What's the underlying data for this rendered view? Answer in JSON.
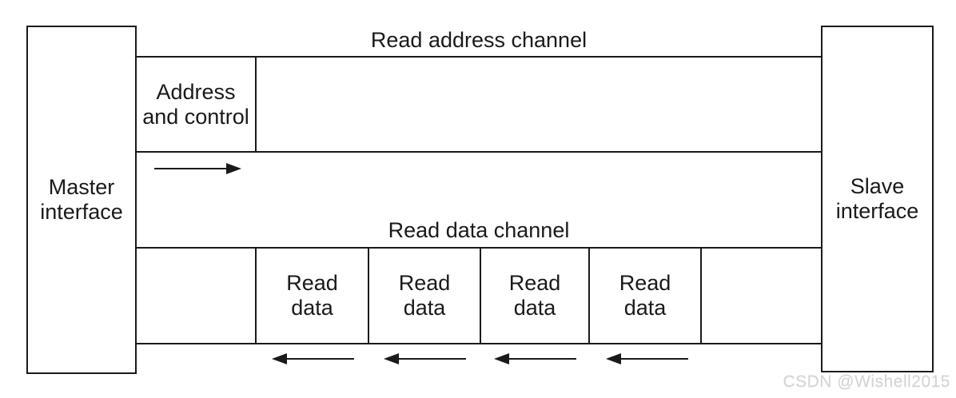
{
  "diagram": {
    "title_semantic": "axi-read-channel-architecture",
    "master_interface": {
      "line1": "Master",
      "line2": "interface"
    },
    "slave_interface": {
      "line1": "Slave",
      "line2": "interface"
    },
    "read_address_channel": {
      "title": "Read address channel",
      "address_control_box": {
        "line1": "Address",
        "line2": "and control"
      },
      "arrow": "right-arrow",
      "arrow_meaning": "master-to-slave"
    },
    "read_data_channel": {
      "title": "Read data channel",
      "cells": [
        {
          "line1": "",
          "line2": ""
        },
        {
          "line1": "Read",
          "line2": "data"
        },
        {
          "line1": "Read",
          "line2": "data"
        },
        {
          "line1": "Read",
          "line2": "data"
        },
        {
          "line1": "Read",
          "line2": "data"
        },
        {
          "line1": "",
          "line2": ""
        }
      ],
      "arrow": "left-arrow",
      "arrow_count": 4,
      "arrow_meaning": "slave-to-master"
    },
    "colors": {
      "line": "#1a1a1a",
      "background": "#ffffff",
      "watermark": "#d4d4d4"
    }
  },
  "watermark": {
    "text": "CSDN @Wishell2015"
  }
}
